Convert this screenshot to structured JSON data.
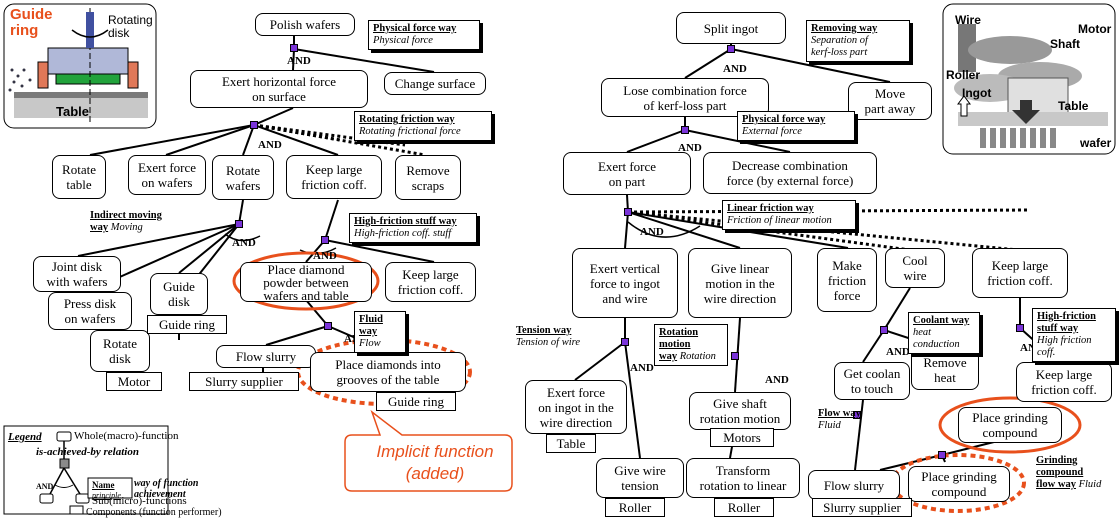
{
  "left": {
    "functions": {
      "polish": "Polish wafers",
      "exert_horizontal": "Exert horizontal force\non surface",
      "change_surface": "Change surface",
      "rotate_table": "Rotate\ntable",
      "exert_force_wafers": "Exert force\non wafers",
      "rotate_wafers": "Rotate\nwafers",
      "keep_large_1": "Keep large\nfriction coff.",
      "remove_scraps": "Remove\nscraps",
      "joint_disk": "Joint disk\nwith wafers",
      "press_disk": "Press disk\non wafers",
      "guide_disk": "Guide\ndisk",
      "place_powder": "Place diamond\npowder between\nwafers and table",
      "keep_large_2": "Keep large\nfriction coff.",
      "rotate_disk": "Rotate\ndisk",
      "flow_slurry": "Flow slurry",
      "place_diamonds": "Place diamonds into\ngrooves of the table"
    },
    "components": {
      "guide_ring_1": "Guide ring",
      "motor": "Motor",
      "slurry_supplier": "Slurry supplier",
      "guide_ring_2": "Guide ring"
    },
    "ways": {
      "physical_force": {
        "title": "Physical force way",
        "principle": "Physical force"
      },
      "rotating_friction": {
        "title": "Rotating friction way",
        "principle": "Rotating frictional force"
      },
      "indirect_moving": {
        "title": "Indirect moving\nway",
        "principle": "Moving"
      },
      "high_friction": {
        "title": "High-friction stuff way",
        "principle": "High-friction coff. stuff"
      },
      "fluid": {
        "title": "Fluid way",
        "principle": "Flow"
      }
    },
    "inset": {
      "guide_ring": "Guide\nring",
      "rotating_disk": "Rotating\ndisk",
      "table": "Table"
    },
    "implicit_label": "Implicit function\n(added)"
  },
  "legend": {
    "title": "Legend",
    "whole": "Whole(macro)-function",
    "achieved_by": "is-achieved-by relation",
    "name": "Name",
    "principle": "principle",
    "way": "way of function\nachievement",
    "sub": "Sub(micro)-functions",
    "components": "Components (function performer)",
    "and": "AND"
  },
  "right": {
    "functions": {
      "split": "Split ingot",
      "lose_combination": "Lose combination force\nof kerf-loss part",
      "move_part": "Move\npart away",
      "exert_on_part": "Exert force\non part",
      "decrease_combination": "Decrease combination\nforce (by external force)",
      "exert_vertical": "Exert vertical\nforce to ingot\nand wire",
      "give_linear": "Give linear\nmotion in the\nwire direction",
      "make_friction": "Make\nfriction\nforce",
      "cool_wire": "Cool\nwire",
      "keep_large_3": "Keep large\nfriction coff.",
      "remove_heat": "Remove\nheat",
      "get_coolant": "Get coolan\nto touch",
      "keep_large_4": "Keep large\nfriction coff.",
      "exert_on_ingot": "Exert force\non ingot in the\nwire direction",
      "give_shaft": "Give shaft\nrotation motion",
      "place_grinding_1": "Place grinding\ncompound",
      "give_tension": "Give wire\ntension",
      "transform": "Transform\nrotation to linear",
      "flow_slurry": "Flow slurry",
      "place_grinding_2": "Place grinding\ncompound"
    },
    "components": {
      "table": "Table",
      "motors": "Motors",
      "roller_1": "Roller",
      "roller_2": "Roller",
      "slurry_supplier": "Slurry supplier"
    },
    "ways": {
      "removing": {
        "title": "Removing way",
        "principle": "Separation of\nkerf-loss part"
      },
      "physical_force": {
        "title": "Physical force way",
        "principle": "External force"
      },
      "linear_friction": {
        "title": "Linear friction way",
        "principle": "Friction of linear motion"
      },
      "tension": {
        "title": "Tension way",
        "principle": "Tension of wire"
      },
      "rotation_motion": {
        "title": "Rotation\nmotion\nway",
        "principle": "Rotation"
      },
      "coolant": {
        "title": "Coolant way",
        "principle": "heat conduction"
      },
      "high_friction": {
        "title": "High-friction\nstuff way",
        "principle": "High friction coff."
      },
      "flow": {
        "title": "Flow way",
        "principle": "Fluid"
      },
      "grinding": {
        "title": "Grinding\ncompound\nflow way",
        "principle": "Fluid"
      }
    },
    "inset": {
      "wire": "Wire",
      "motor": "Motor",
      "shaft": "Shaft",
      "roller": "Roller",
      "ingot": "Ingot",
      "table": "Table",
      "wafer": "wafer"
    }
  },
  "and_label": "AND",
  "colors": {
    "node": "#7a34d8",
    "highlight": "#e8501c",
    "inset_bg": "#d8d8d8"
  }
}
